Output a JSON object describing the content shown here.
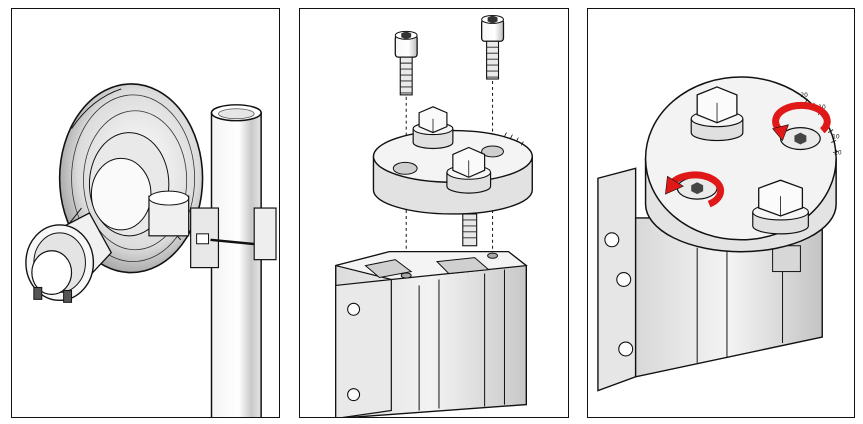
{
  "panels": [
    {
      "id": "step-1",
      "description_icon": "antenna-mounted-on-pole"
    },
    {
      "id": "step-2",
      "description_icon": "bolts-and-plate-exploded-view"
    },
    {
      "id": "step-3",
      "description_icon": "tighten-bolts-rotation"
    }
  ],
  "scale_labels": [
    "20",
    "10",
    "0",
    "10",
    "20"
  ],
  "colors": {
    "outline": "#111111",
    "metal_light": "#f2f2f2",
    "metal_mid": "#d6d6d6",
    "metal_dark": "#a9a9a9",
    "arrow_red": "#e01818"
  }
}
